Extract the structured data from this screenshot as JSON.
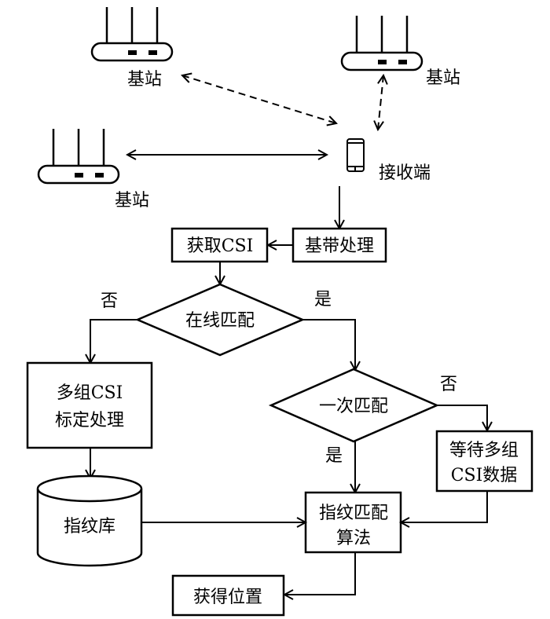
{
  "diagram": {
    "colors": {
      "stroke": "#000000",
      "background": "#ffffff"
    },
    "devices": {
      "base_station_top_left": "基站",
      "base_station_top_right": "基站",
      "base_station_left": "基站",
      "receiver": "接收端"
    },
    "nodes": {
      "baseband": "基带处理",
      "get_csi": "获取CSI",
      "online_match": "在线匹配",
      "multi_csi_line1": "多组CSI",
      "multi_csi_line2": "标定处理",
      "fingerprint_db": "指纹库",
      "first_match": "一次匹配",
      "wait_line1": "等待多组",
      "wait_line2": "CSI数据",
      "algo_line1": "指纹匹配",
      "algo_line2": "算法",
      "get_position": "获得位置"
    },
    "edge_labels": {
      "online_no": "否",
      "online_yes": "是",
      "first_no": "否",
      "first_yes": "是"
    }
  }
}
